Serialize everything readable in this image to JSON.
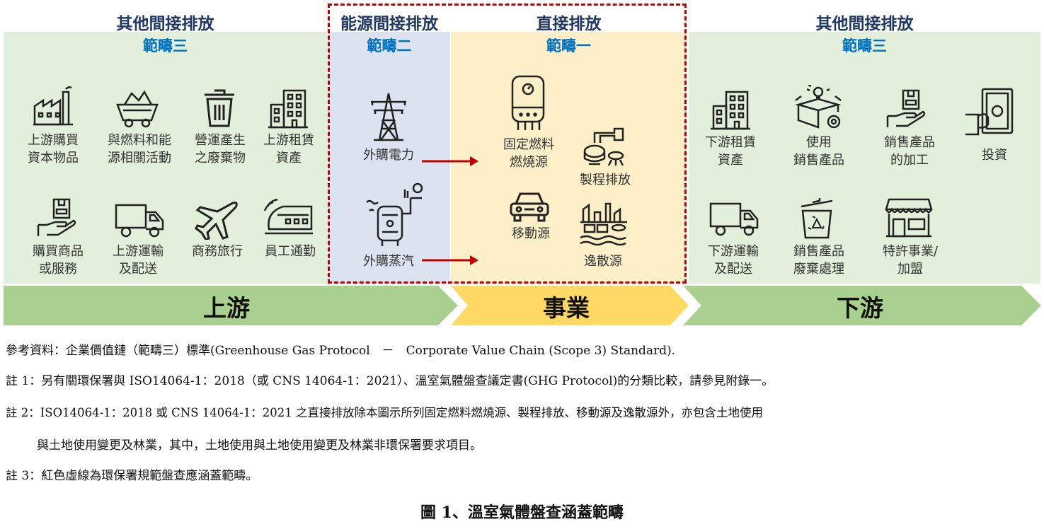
{
  "colors": {
    "upstream_green": "#e2efda",
    "scope2_blue": "#dce3f0",
    "scope1_yellow": "#fdefc8",
    "bar_green": "#a9d08e",
    "bar_yellow": "#ffd966",
    "red_dashed": "#c00000",
    "arrow": "#c00000",
    "heading": "#1f3864",
    "subheading": "#0070c0"
  },
  "left": {
    "header": "其他間接排放",
    "scope": "範疇三",
    "items": [
      {
        "label": "上游購買\n資本物品",
        "icon": "factory-icon"
      },
      {
        "label": "與燃料和能\n源相關活動",
        "icon": "coal-cart-icon"
      },
      {
        "label": "營運產生\n之廢棄物",
        "icon": "trash-bin-icon"
      },
      {
        "label": "上游租賃\n資產",
        "icon": "office-building-icon"
      },
      {
        "label": "購買商品\n或服務",
        "icon": "hand-package-icon"
      },
      {
        "label": "上游運輸\n及配送",
        "icon": "truck-icon"
      },
      {
        "label": "商務旅行",
        "icon": "airplane-icon"
      },
      {
        "label": "員工通勤",
        "icon": "train-icon"
      }
    ]
  },
  "scope2": {
    "header": "能源間接排放",
    "scope": "範疇二",
    "items": [
      {
        "label": "外購電力",
        "icon": "power-tower-icon"
      },
      {
        "label": "外購蒸汽",
        "icon": "steam-boiler-icon"
      }
    ]
  },
  "scope1": {
    "header": "直接排放",
    "scope": "範疇一",
    "items": [
      {
        "label": "固定燃料\n燃燒源",
        "icon": "water-heater-icon"
      },
      {
        "label": "製程排放",
        "icon": "process-pipe-icon"
      },
      {
        "label": "移動源",
        "icon": "car-icon"
      },
      {
        "label": "逸散源",
        "icon": "industrial-plant-icon"
      }
    ]
  },
  "right": {
    "header": "其他間接排放",
    "scope": "範疇三",
    "items": [
      {
        "label": "下游租賃\n資產",
        "icon": "office-building-icon"
      },
      {
        "label": "使用\n銷售產品",
        "icon": "product-box-icon"
      },
      {
        "label": "銷售產品\n的加工",
        "icon": "hand-package-icon"
      },
      {
        "label": "投資",
        "icon": "money-hand-icon"
      },
      {
        "label": "下游運輸\n及配送",
        "icon": "truck-icon"
      },
      {
        "label": "銷售產品\n廢棄處理",
        "icon": "recycle-bin-icon"
      },
      {
        "label": "特許事業/\n加盟",
        "icon": "storefront-icon"
      }
    ]
  },
  "bars": {
    "upstream": "上游",
    "operations": "事業",
    "downstream": "下游"
  },
  "notes": [
    "參考資料：企業價值鏈（範疇三）標準(Greenhouse Gas Protocol　－　Corporate Value Chain (Scope 3) Standard).",
    "註 1：另有關環保署與 ISO14064-1：2018（或 CNS 14064-1：2021）、溫室氣體盤查議定書(GHG Protocol)的分類比較，請參見附錄一。",
    "註 2：ISO14064-1：2018 或 CNS 14064-1：2021 之直接排放除本圖示所列固定燃料燃燒源、製程排放、移動源及逸散源外，亦包含土地使用",
    "與土地使用變更及林業，其中，土地使用與土地使用變更及林業非環保署要求項目。",
    "註 3：紅色虛線為環保署規範盤查應涵蓋範疇。"
  ],
  "caption": "圖 1、溫室氣體盤查涵蓋範疇"
}
